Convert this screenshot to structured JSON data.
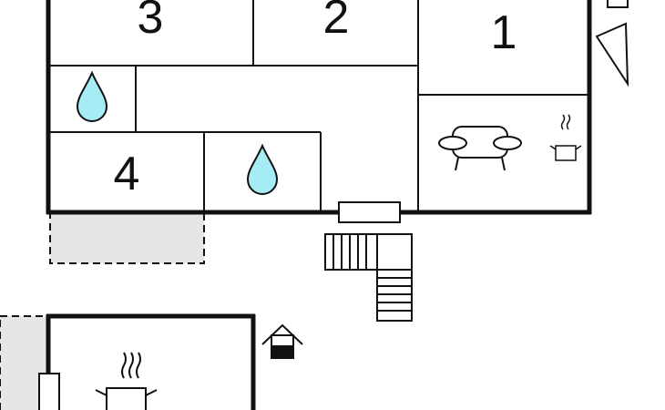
{
  "floor_plan": {
    "rooms": [
      {
        "id": "room-1",
        "label": "1"
      },
      {
        "id": "room-2",
        "label": "2"
      },
      {
        "id": "room-3",
        "label": "3"
      },
      {
        "id": "room-4",
        "label": "4"
      }
    ],
    "icons": [
      "water-drop-icon",
      "water-drop-icon",
      "sofa-icon",
      "cooking-pot-icon",
      "cooking-pot-icon",
      "well-icon"
    ],
    "colors": {
      "wall": "#111111",
      "water": "#a6ecf5",
      "terrace": "#e6e6e6",
      "background": "#ffffff"
    }
  }
}
